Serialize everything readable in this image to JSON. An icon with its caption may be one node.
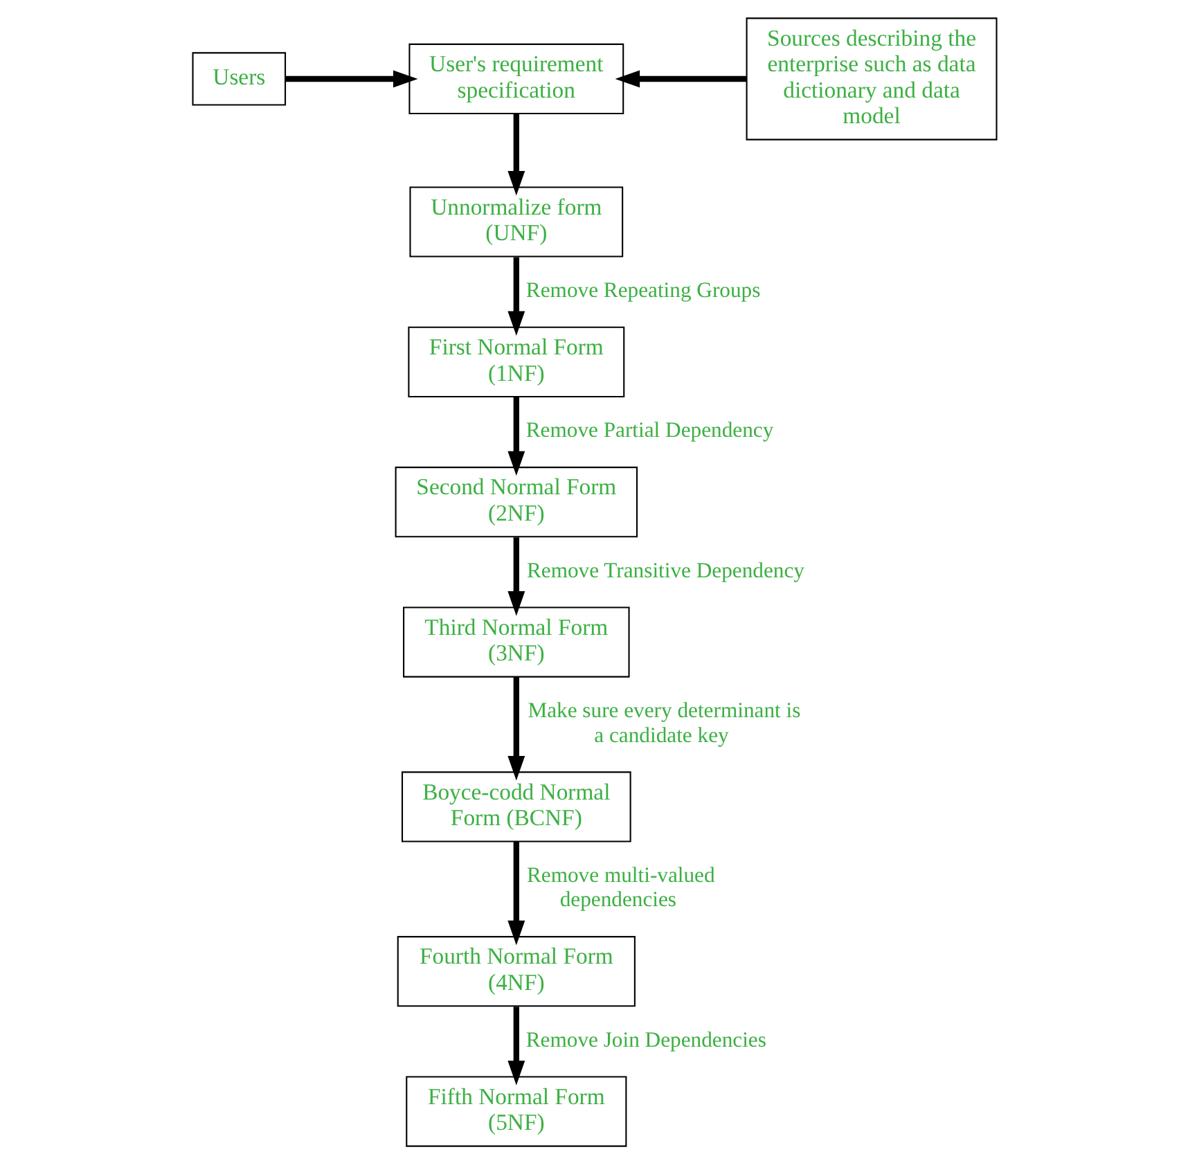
{
  "diagram": {
    "nodes": [
      {
        "text": [
          "Users"
        ]
      },
      {
        "text": [
          "User's requirement specification"
        ]
      },
      {
        "text": [
          "Sources describing the enterprise such as data dictionary and data model"
        ]
      },
      {
        "text": [
          "Unnormalize form (UNF)"
        ]
      },
      {
        "text": [
          "First Normal Form (1NF)"
        ]
      },
      {
        "text": [
          "Second Normal Form (2NF)"
        ]
      },
      {
        "text": [
          "Third Normal Form (3NF)"
        ]
      },
      {
        "text": [
          "Boyce-codd Normal Form (BCNF)"
        ]
      },
      {
        "text": [
          "Fourth Normal Form (4NF)"
        ]
      },
      {
        "text": [
          "Fifth Normal Form (5NF)"
        ]
      }
    ],
    "edges": [
      {
        "from": 0,
        "to": 1,
        "arrow": "to"
      },
      {
        "from": 2,
        "to": 1,
        "arrow": "to"
      },
      {
        "from": 1,
        "to": 3,
        "arrow": "to"
      },
      {
        "from": 3,
        "to": 4,
        "arrow": "to",
        "label": "Remove Repeating Groups"
      },
      {
        "from": 4,
        "to": 5,
        "arrow": "to",
        "label": "Remove Partial Dependency"
      },
      {
        "from": 5,
        "to": 6,
        "arrow": "to",
        "label": "Remove Transitive Dependency"
      },
      {
        "from": 6,
        "to": 7,
        "arrow": "to",
        "label": "Make sure every determinant is a candidate key"
      },
      {
        "from": 7,
        "to": 8,
        "arrow": "to",
        "label": "Remove multi-valued dependencies"
      },
      {
        "from": 8,
        "to": 9,
        "arrow": "to",
        "label": "Remove Join Dependencies"
      }
    ]
  }
}
